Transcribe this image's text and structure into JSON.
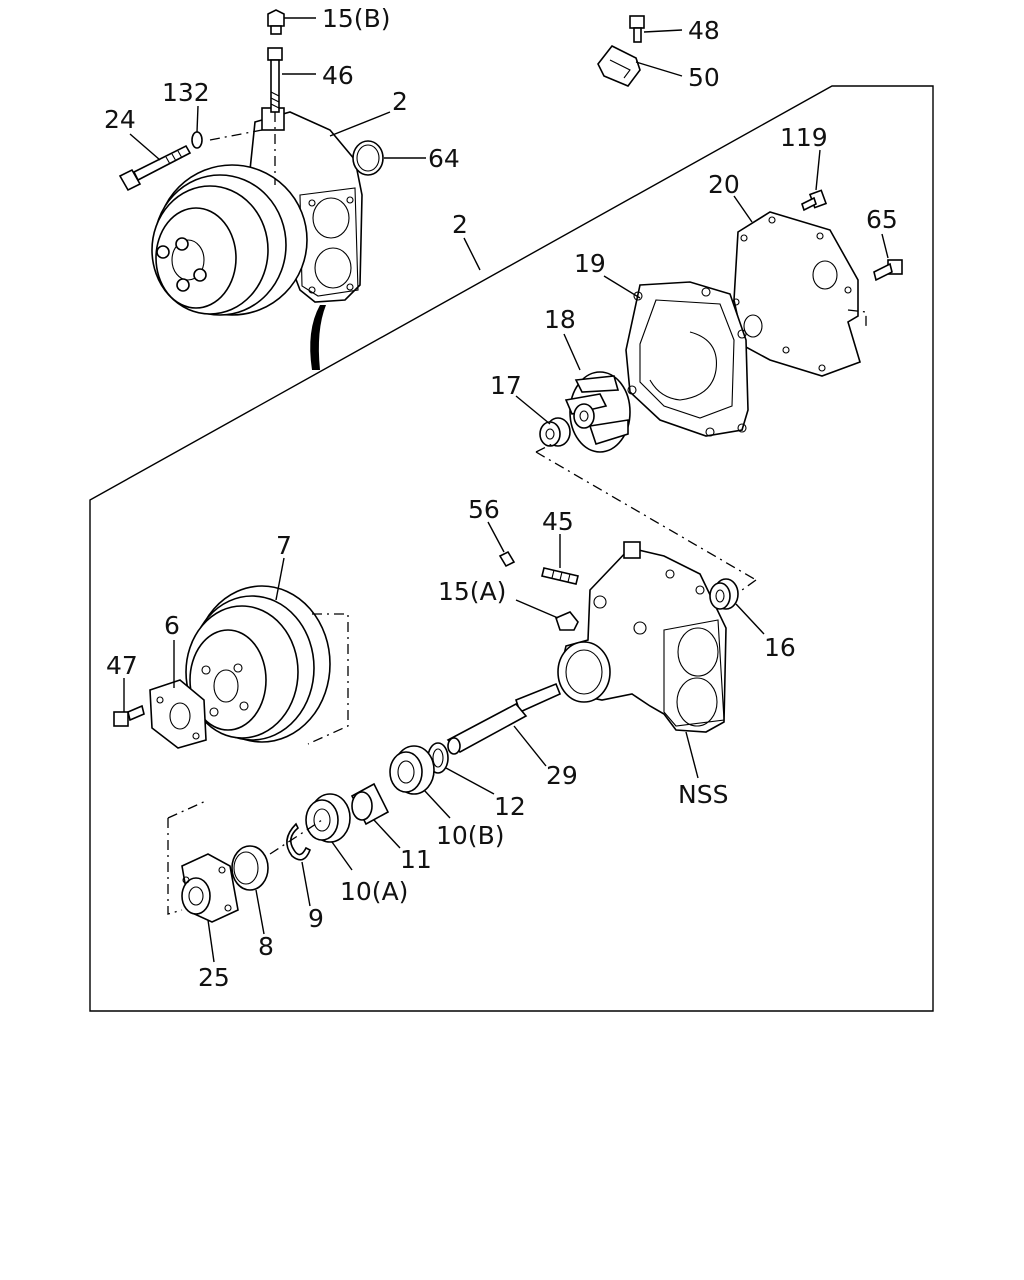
{
  "labels": {
    "p15b": "15(B)",
    "p46": "46",
    "p48": "48",
    "p50": "50",
    "p132": "132",
    "p24": "24",
    "p2_top": "2",
    "p64": "64",
    "p119": "119",
    "p20": "20",
    "p2_box": "2",
    "p65": "65",
    "p19": "19",
    "p18": "18",
    "p17": "17",
    "p56": "56",
    "p45": "45",
    "p15a": "15(A)",
    "p16": "16",
    "p7": "7",
    "p6": "6",
    "p47": "47",
    "p29": "29",
    "pnss": "NSS",
    "p12": "12",
    "p10b": "10(B)",
    "p11": "11",
    "p10a": "10(A)",
    "p9": "9",
    "p8": "8",
    "p25": "25"
  }
}
